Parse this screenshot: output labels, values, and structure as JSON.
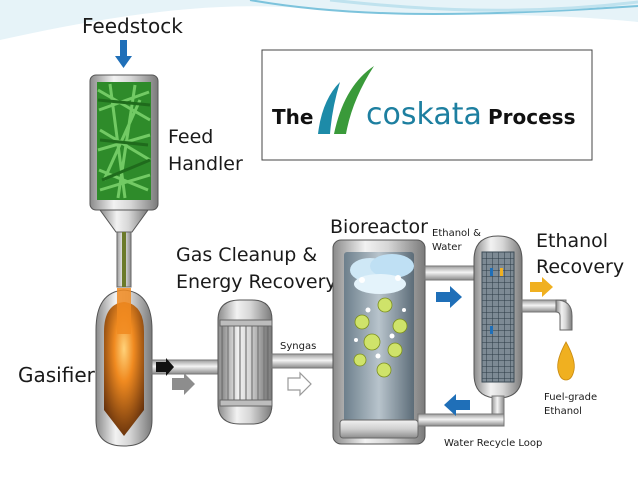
{
  "labels": {
    "feedstock": "Feedstock",
    "feed_handler_1": "Feed",
    "feed_handler_2": "Handler",
    "gasifier": "Gasifier",
    "gas_cleanup_1": "Gas Cleanup &",
    "gas_cleanup_2": "Energy Recovery",
    "syngas": "Syngas",
    "bioreactor": "Bioreactor",
    "ethanol_water_1": "Ethanol &",
    "ethanol_water_2": "Water",
    "ethanol_recovery_1": "Ethanol",
    "ethanol_recovery_2": "Recovery",
    "fuel_grade_1": "Fuel-grade",
    "fuel_grade_2": "Ethanol",
    "water_recycle": "Water Recycle Loop"
  },
  "logo": {
    "the": "The",
    "brand": "coskata",
    "process": "Process"
  },
  "colors": {
    "arrow_blue": "#1f6fb8",
    "arrow_gray": "#8d8d8d",
    "flame_orange": "#e06a10",
    "biomass_green": "#2e8b2a",
    "logo_teal": "#1d8ba8",
    "logo_green": "#3a9a3a",
    "fuel_yellow": "#f0b020"
  },
  "icons": [
    "down-arrow-icon",
    "right-arrow-icon",
    "left-arrow-icon",
    "fuel-drop-icon",
    "coskata-logo-mark-icon"
  ]
}
